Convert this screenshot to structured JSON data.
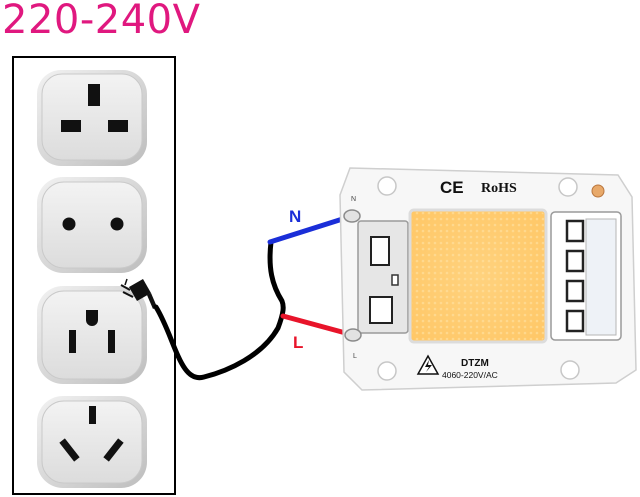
{
  "header": {
    "voltage_label": "220-240V"
  },
  "wires": {
    "neutral_label": "N",
    "live_label": "L",
    "neutral_color": "#1a2ed8",
    "live_color": "#e8142a",
    "cord_color": "#000000"
  },
  "led_module": {
    "ce_mark": "CE",
    "rohs_mark": "RoHS",
    "brand": "DTZM",
    "rating": "4060-220V/AC",
    "terminal_n": "N",
    "terminal_l": "L",
    "chip_color": "#ffcf77",
    "board_color": "#f7f7f7"
  },
  "title_color": "#e0187f"
}
